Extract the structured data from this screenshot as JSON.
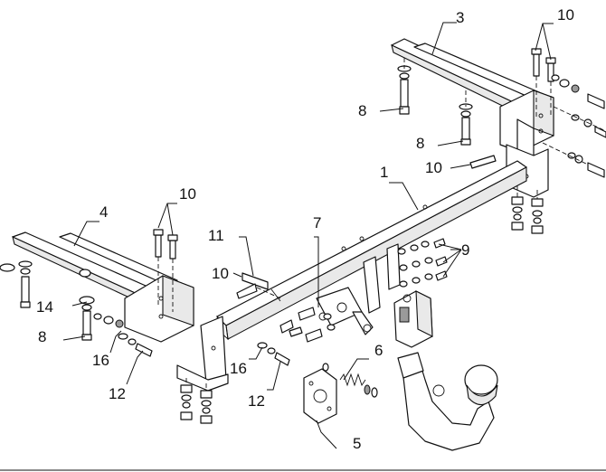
{
  "diagram": {
    "labels": {
      "l1": "1",
      "l3": "3",
      "l4": "4",
      "l5": "5",
      "l6": "6",
      "l7": "7",
      "l8a": "8",
      "l8b": "8",
      "l8c": "8",
      "l9": "9",
      "l10a": "10",
      "l10b": "10",
      "l10c": "10",
      "l10d": "10",
      "l11": "11",
      "l12a": "12",
      "l12b": "12",
      "l14": "14",
      "l16a": "16",
      "l16b": "16"
    }
  }
}
